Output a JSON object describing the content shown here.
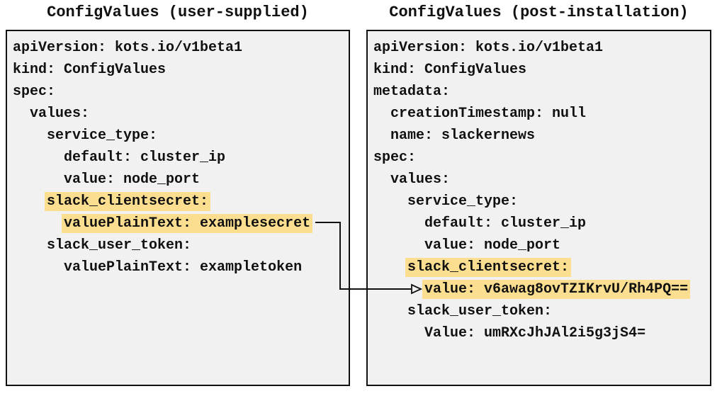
{
  "colors": {
    "highlight": "#fbde8f",
    "panel_background": "#f1f1f1",
    "border": "#111111",
    "text": "#111111"
  },
  "icons": {
    "connector": "right-arrow-open-triangle"
  },
  "panels": [
    {
      "title": "ConfigValues (user-supplied)",
      "lines": [
        {
          "pre": "",
          "text": "apiVersion: kots.io/v1beta1"
        },
        {
          "pre": "",
          "text": "kind: ConfigValues"
        },
        {
          "pre": "",
          "text": "spec:"
        },
        {
          "pre": "  ",
          "text": "values:"
        },
        {
          "pre": "    ",
          "text": "service_type:"
        },
        {
          "pre": "      ",
          "text": "default: cluster_ip"
        },
        {
          "pre": "      ",
          "text": "value: node_port"
        },
        {
          "pre": "    ",
          "text": "slack_clientsecret:",
          "highlighted": true
        },
        {
          "pre": "      ",
          "text": "valuePlainText: examplesecret",
          "highlighted": true
        },
        {
          "pre": "    ",
          "text": "slack_user_token:"
        },
        {
          "pre": "      ",
          "text": "valuePlainText: exampletoken"
        }
      ]
    },
    {
      "title": "ConfigValues (post-installation)",
      "lines": [
        {
          "pre": "",
          "text": "apiVersion: kots.io/v1beta1"
        },
        {
          "pre": "",
          "text": "kind: ConfigValues"
        },
        {
          "pre": "",
          "text": "metadata:"
        },
        {
          "pre": "  ",
          "text": "creationTimestamp: null"
        },
        {
          "pre": "  ",
          "text": "name: slackernews"
        },
        {
          "pre": "",
          "text": "spec:"
        },
        {
          "pre": "  ",
          "text": "values:"
        },
        {
          "pre": "    ",
          "text": "service_type:"
        },
        {
          "pre": "      ",
          "text": "default: cluster_ip"
        },
        {
          "pre": "      ",
          "text": "value: node_port"
        },
        {
          "pre": "    ",
          "text": "slack_clientsecret:",
          "highlighted": true
        },
        {
          "pre": "      ",
          "text": "value: v6awag8ovTZIKrvU/Rh4PQ==",
          "highlighted": true
        },
        {
          "pre": "    ",
          "text": "slack_user_token:"
        },
        {
          "pre": "      ",
          "text": "Value: umRXcJhJAl2i5g3jS4="
        }
      ]
    }
  ]
}
